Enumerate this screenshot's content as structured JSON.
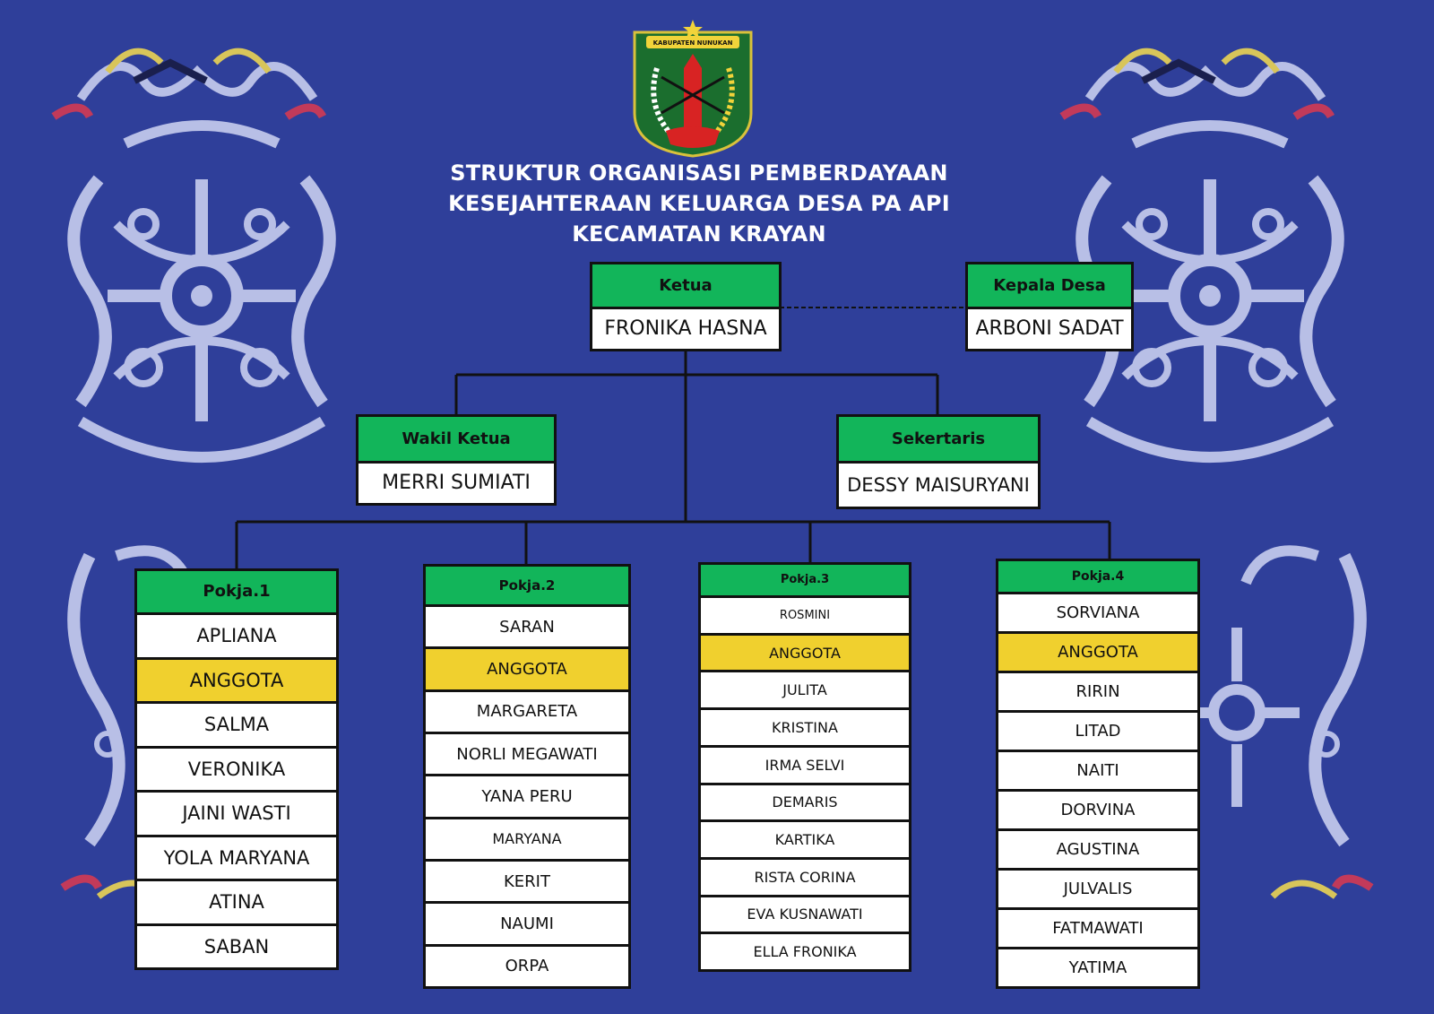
{
  "title_lines": [
    "STRUKTUR ORGANISASI PEMBERDAYAAN",
    "KESEJAHTERAAN KELUARGA DESA PA API",
    "KECAMATAN KRAYAN"
  ],
  "logo": {
    "icon": "kabupaten-nunukan-emblem",
    "banner_text": "KABUPATEN NUNUKAN"
  },
  "colors": {
    "background": "#2f3f9a",
    "header_green": "#12b55a",
    "highlight_yellow": "#f0d02e",
    "ornament": "#b8bfe6"
  },
  "ketua": {
    "role": "Ketua",
    "name": "FRONIKA HASNA"
  },
  "kepala_desa": {
    "role": "Kepala Desa",
    "name": "ARBONI SADAT"
  },
  "wakil": {
    "role": "Wakil Ketua",
    "name": "MERRI SUMIATI"
  },
  "sekertaris": {
    "role": "Sekertaris",
    "name": "DESSY MAISURYANI"
  },
  "pokja": [
    {
      "label": "Pokja.1",
      "members": [
        "APLIANA",
        "ANGGOTA",
        "SALMA",
        "VERONIKA",
        "JAINI WASTI",
        "YOLA MARYANA",
        "ATINA",
        "SABAN"
      ]
    },
    {
      "label": "Pokja.2",
      "members": [
        "SARAN",
        "ANGGOTA",
        "MARGARETA",
        "NORLI MEGAWATI",
        "YANA PERU",
        "MARYANA",
        "KERIT",
        "NAUMI",
        "ORPA"
      ]
    },
    {
      "label": "Pokja.3",
      "members": [
        "ROSMINI",
        "ANGGOTA",
        "JULITA",
        "KRISTINA",
        "IRMA SELVI",
        "DEMARIS",
        "KARTIKA",
        "RISTA CORINA",
        "EVA KUSNAWATI",
        "ELLA FRONIKA"
      ]
    },
    {
      "label": "Pokja.4",
      "members": [
        "SORVIANA",
        "ANGGOTA",
        "RIRIN",
        "LITAD",
        "NAITI",
        "DORVINA",
        "AGUSTINA",
        "JULVALIS",
        "FATMAWATI",
        "YATIMA"
      ]
    }
  ]
}
